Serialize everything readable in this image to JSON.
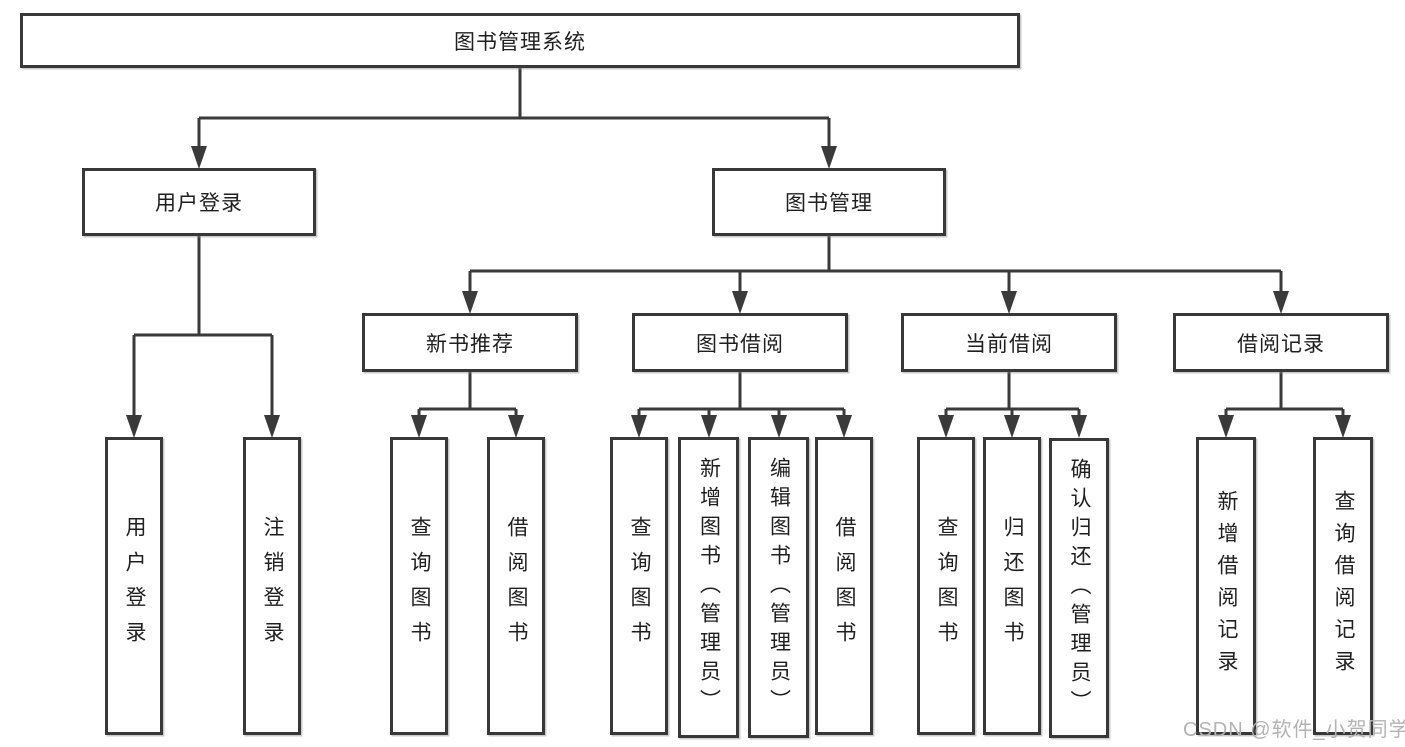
{
  "diagram": {
    "root": {
      "label": "图书管理系统"
    },
    "branches": [
      {
        "label": "用户登录",
        "children": [
          "用户登录",
          "注销登录"
        ]
      },
      {
        "label": "图书管理",
        "sections": [
          {
            "label": "新书推荐",
            "children": [
              "查询图书",
              "借阅图书"
            ]
          },
          {
            "label": "图书借阅",
            "children": [
              "查询图书",
              "新增图书（管理员）",
              "编辑图书（管理员）",
              "借阅图书"
            ]
          },
          {
            "label": "当前借阅",
            "children": [
              "查询图书",
              "归还图书",
              "确认归还（管理员）"
            ]
          },
          {
            "label": "借阅记录",
            "children": [
              "新增借阅记录",
              "查询借阅记录"
            ]
          }
        ]
      }
    ]
  },
  "watermark": "CSDN @软件_小贺同学",
  "colors": {
    "line": "#3a3a3a",
    "border": "#383838",
    "text": "#1f1f1f",
    "watermark": "#b3b3b3",
    "background": "#ffffff"
  }
}
